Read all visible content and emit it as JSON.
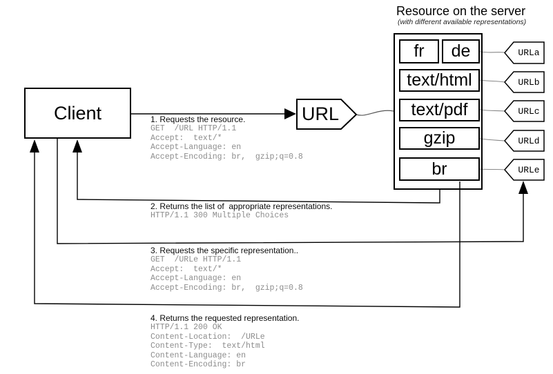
{
  "server": {
    "title": "Resource on the server",
    "subtitle": "(with different available representations)",
    "representations": [
      {
        "label": "fr"
      },
      {
        "label": "de"
      },
      {
        "label": "text/html"
      },
      {
        "label": "text/pdf"
      },
      {
        "label": "gzip"
      },
      {
        "label": "br"
      }
    ],
    "url_tags": [
      {
        "label": "URLa"
      },
      {
        "label": "URLb"
      },
      {
        "label": "URLc"
      },
      {
        "label": "URLd"
      },
      {
        "label": "URLe"
      }
    ]
  },
  "client": {
    "label": "Client"
  },
  "url_node": {
    "label": "URL"
  },
  "steps": [
    {
      "heading": "1. Requests the resource.",
      "lines": [
        "GET  /URL HTTP/1.1",
        "Accept:  text/*",
        "Accept-Language: en",
        "Accept-Encoding: br,  gzip;q=0.8"
      ]
    },
    {
      "heading": "2. Returns the list of  appropriate representations.",
      "lines": [
        "HTTP/1.1 300 Multiple Choices"
      ]
    },
    {
      "heading": "3. Requests the specific representation..",
      "lines": [
        "GET  /URLe HTTP/1.1",
        "Accept:  text/*",
        "Accept-Language: en",
        "Accept-Encoding: br,  gzip;q=0.8"
      ]
    },
    {
      "heading": "4. Returns the requested representation.",
      "lines": [
        "HTTP/1.1 200 OK",
        "Content-Location:  /URLe",
        "Content-Type:  text/html",
        "Content-Language: en",
        "Content-Encoding: br"
      ]
    }
  ],
  "colors": {
    "ink": "#000000",
    "muted_mono_text": "#8c8c8c",
    "connector_gray": "#666666",
    "background": "#ffffff"
  }
}
